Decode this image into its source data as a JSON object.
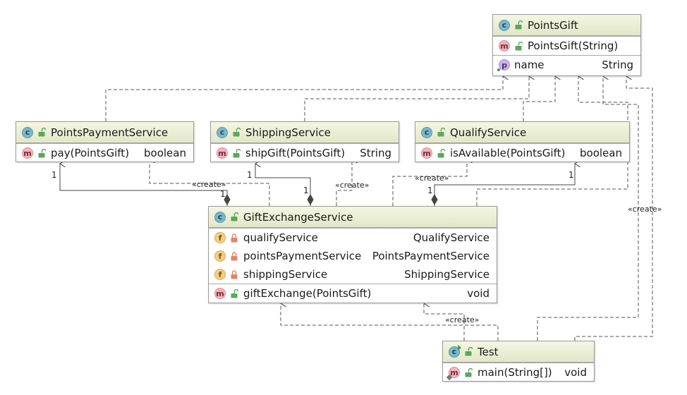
{
  "classes": {
    "points_gift": {
      "name": "PointsGift",
      "constructor": "PointsGift(String)",
      "field_name": "name",
      "field_type": "String"
    },
    "points_payment_service": {
      "name": "PointsPaymentService",
      "method": "pay(PointsGift)",
      "method_type": "boolean"
    },
    "shipping_service": {
      "name": "ShippingService",
      "method": "shipGift(PointsGift)",
      "method_type": "String"
    },
    "qualify_service": {
      "name": "QualifyService",
      "method": "isAvailable(PointsGift)",
      "method_type": "boolean"
    },
    "gift_exchange_service": {
      "name": "GiftExchangeService",
      "fields": [
        {
          "name": "qualifyService",
          "type": "QualifyService"
        },
        {
          "name": "pointsPaymentService",
          "type": "PointsPaymentService"
        },
        {
          "name": "shippingService",
          "type": "ShippingService"
        }
      ],
      "method": "giftExchange(PointsGift)",
      "method_type": "void"
    },
    "test": {
      "name": "Test",
      "method": "main(String[])",
      "method_type": "void"
    }
  },
  "badges": {
    "class": "c",
    "method": "m",
    "field": "f",
    "property": "p"
  },
  "labels": {
    "create": "«create»",
    "create2": "«create»",
    "create3": "«create»",
    "create4": "«create»"
  },
  "multiplicities": {
    "pps_end": "1",
    "pps_gift": "1",
    "ship_end": "1",
    "ship_gift": "1",
    "qual_gift": "1",
    "qual_end": "1"
  },
  "icons": {
    "public": "open-lock-icon",
    "private": "lock-icon"
  },
  "colors": {
    "header_bg": "#e6eacf",
    "class_badge": "#7ab7c9",
    "method_badge": "#f2b3bd",
    "field_badge": "#f3cf82",
    "property_badge": "#c9b3ec",
    "public_icon": "#5aa85a",
    "private_icon": "#e0866a",
    "edge": "#555555"
  }
}
